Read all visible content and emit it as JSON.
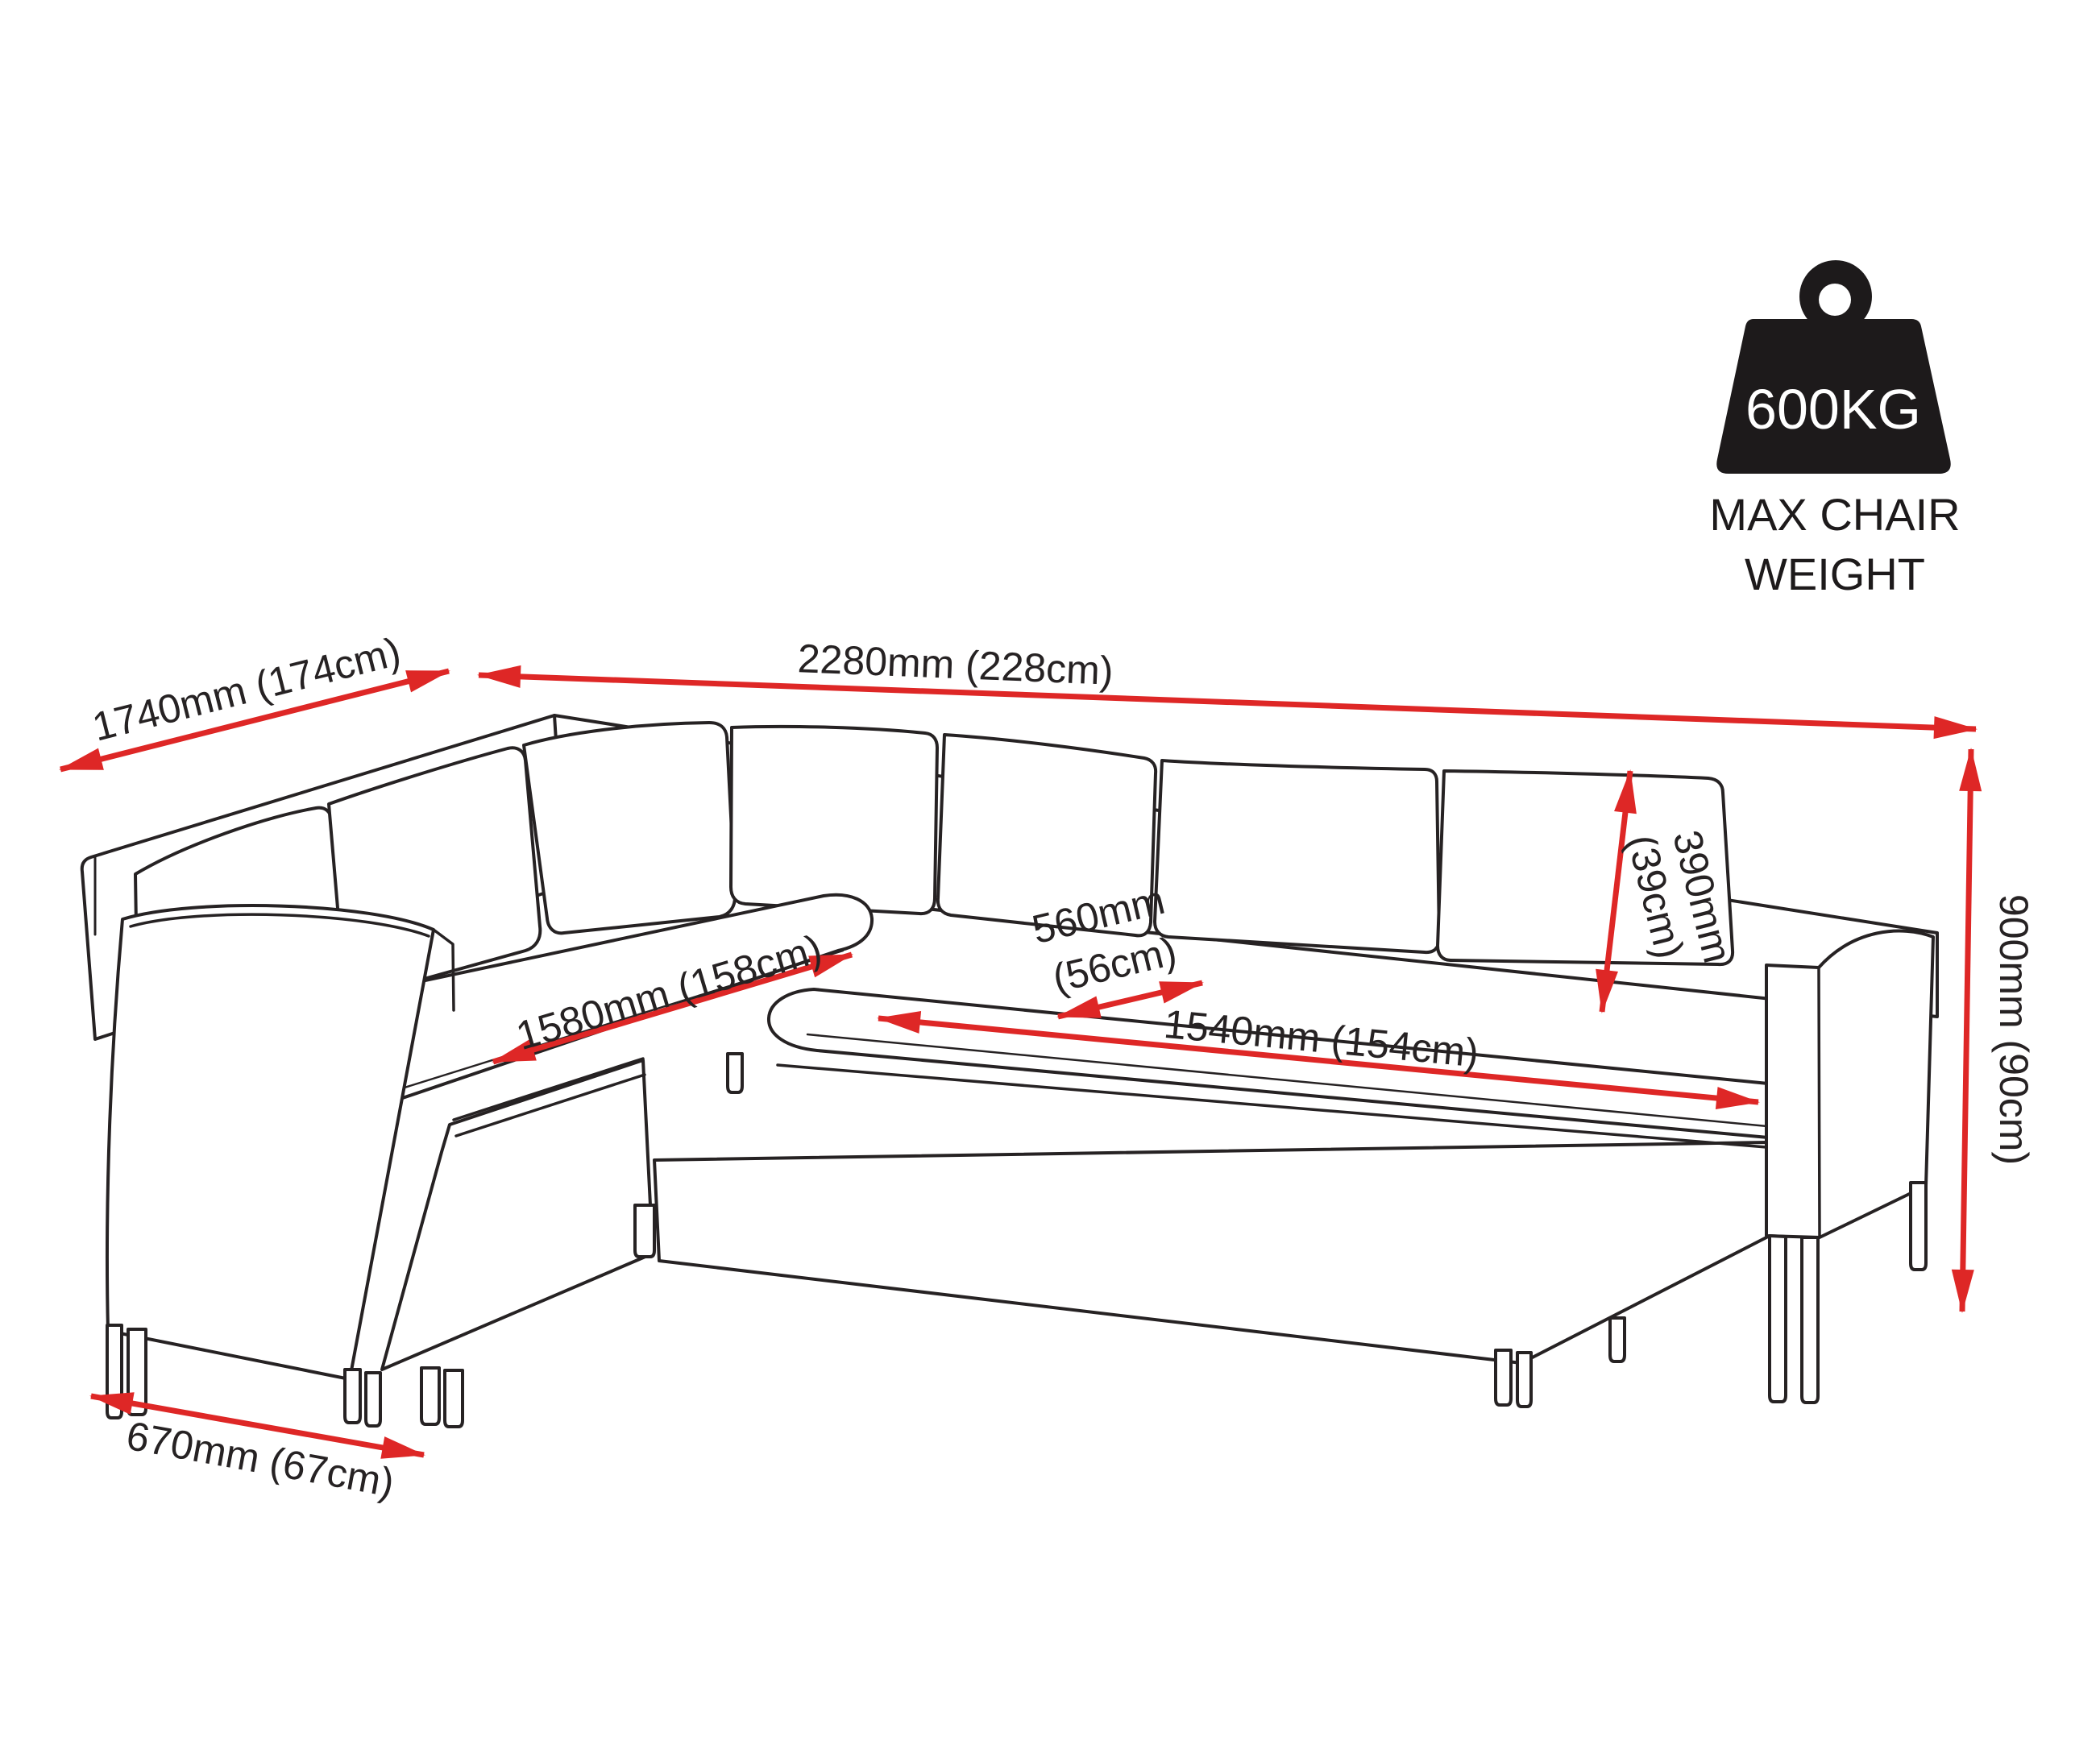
{
  "title": "Corner sofa dimension diagram",
  "colors": {
    "accent": "#de2726",
    "ink": "#262223",
    "background": "#ffffff"
  },
  "weight_badge": {
    "value": "600KG",
    "caption_line1": "MAX CHAIR",
    "caption_line2": "WEIGHT"
  },
  "dimensions": {
    "back_left": "1740mm (174cm)",
    "back_right": "2280mm (228cm)",
    "seat_left": "1580mm (158cm)",
    "seat_depth_line1": "560mm",
    "seat_depth_line2": "(56cm)",
    "back_cushion_line1": "390mm",
    "back_cushion_line2": "(39cm)",
    "seat_right": "1540mm (154cm)",
    "overall_height": "900mm (90cm)",
    "arm_depth": "670mm (67cm)"
  }
}
